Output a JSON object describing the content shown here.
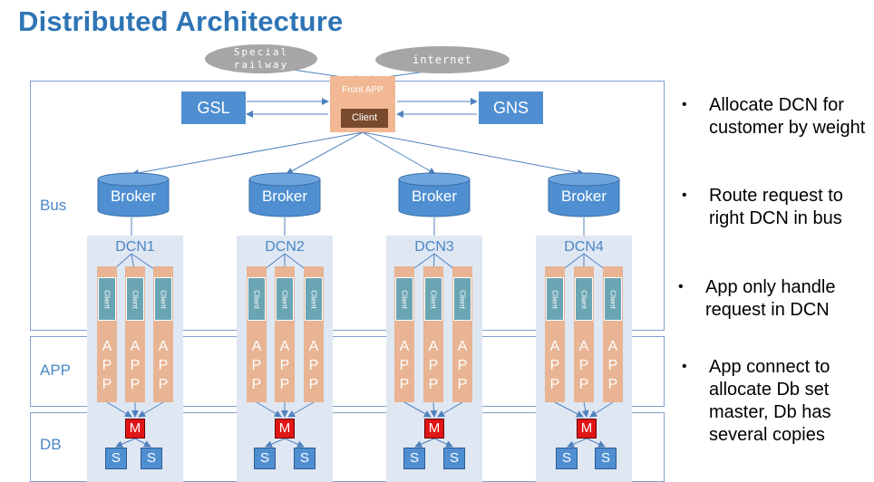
{
  "title": "Distributed Architecture",
  "top": {
    "ellipse_left": [
      "Special",
      "railway"
    ],
    "ellipse_right": "internet",
    "front_app": "Front APP",
    "front_client": "Client",
    "gsl": "GSL",
    "gns": "GNS"
  },
  "regions": {
    "bus": "Bus",
    "app": "APP",
    "db": "DB"
  },
  "brokers": [
    "Broker",
    "Broker",
    "Broker",
    "Broker"
  ],
  "dcns": [
    "DCN1",
    "DCN2",
    "DCN3",
    "DCN4"
  ],
  "client_label": "Client",
  "app_letters": [
    "A",
    "P",
    "P"
  ],
  "master_label": "M",
  "slave_label": "S",
  "bullets": [
    "Allocate DCN for customer by weight",
    "Route request to right DCN in bus",
    "App only handle request in DCN",
    "App connect to allocate Db set master, Db has several copies"
  ],
  "colors": {
    "title": "#2e74b5",
    "box_blue": "#4f8fd1",
    "app_orange": "#e8b493",
    "client_teal": "#6aa5b4",
    "master_red": "#e01616",
    "dcn_panel": "#dfe7f3",
    "ellipse_gray": "#a6a6a6"
  }
}
